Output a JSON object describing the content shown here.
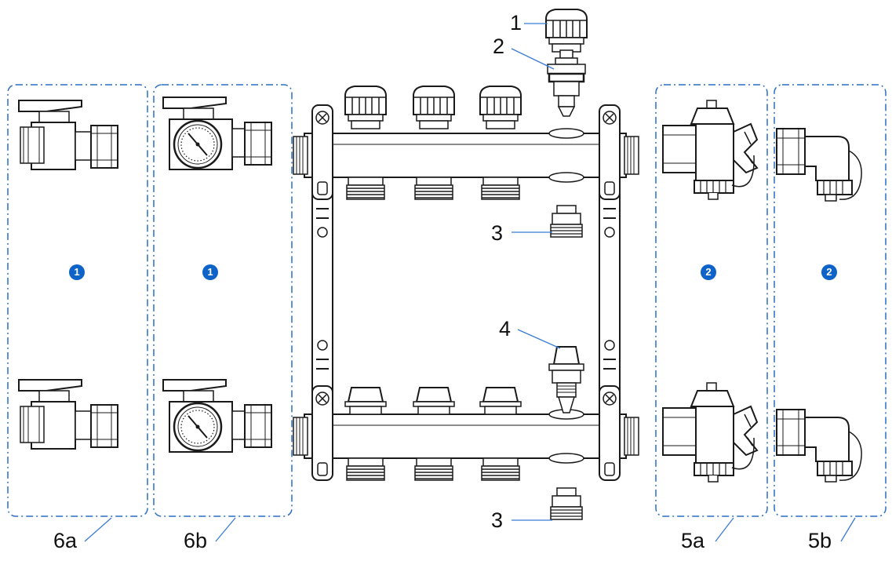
{
  "callouts": {
    "c1": "1",
    "c2": "2",
    "c3a": "3",
    "c3b": "3",
    "c4": "4",
    "g6a": "6a",
    "g6b": "6b",
    "g5a": "5a",
    "g5b": "5b"
  },
  "badges": {
    "b6a": "1",
    "b6b": "1",
    "b5a": "2",
    "b5b": "2"
  },
  "colors": {
    "dash_border": "#2a6fc2",
    "badge": "#0d63c8",
    "stroke": "#1a1a1a",
    "leader": "#3a7bd5"
  },
  "icons": [
    "ball-valve-icon",
    "thermometer-ball-valve-icon",
    "manifold-icon",
    "flow-meter-cap-icon",
    "valve-insert-icon",
    "nipple-icon",
    "fill-drain-valve-icon",
    "angle-valve-icon"
  ]
}
